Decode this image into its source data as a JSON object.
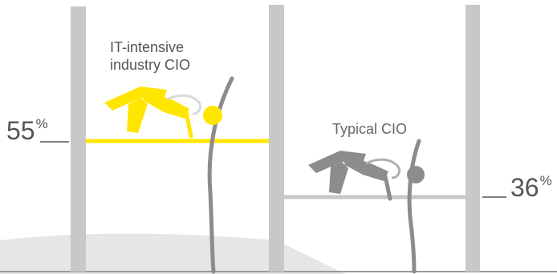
{
  "groups": [
    {
      "label": "IT-intensive industry CIO",
      "label_line1": "IT-intensive",
      "label_line2": "industry CIO",
      "value": 55,
      "value_text": "55",
      "unit": "%",
      "color": "#ffe600"
    },
    {
      "label": "Typical CIO",
      "value": 36,
      "value_text": "36",
      "unit": "%",
      "color": "#9a9a9a"
    }
  ],
  "colors": {
    "posts": "#c8c8c8",
    "ground": "#e6e6e6",
    "baseline": "#9a9a9a",
    "text": "#555555",
    "highlight": "#ffe600",
    "figure_gray": "#8c8c8c"
  }
}
